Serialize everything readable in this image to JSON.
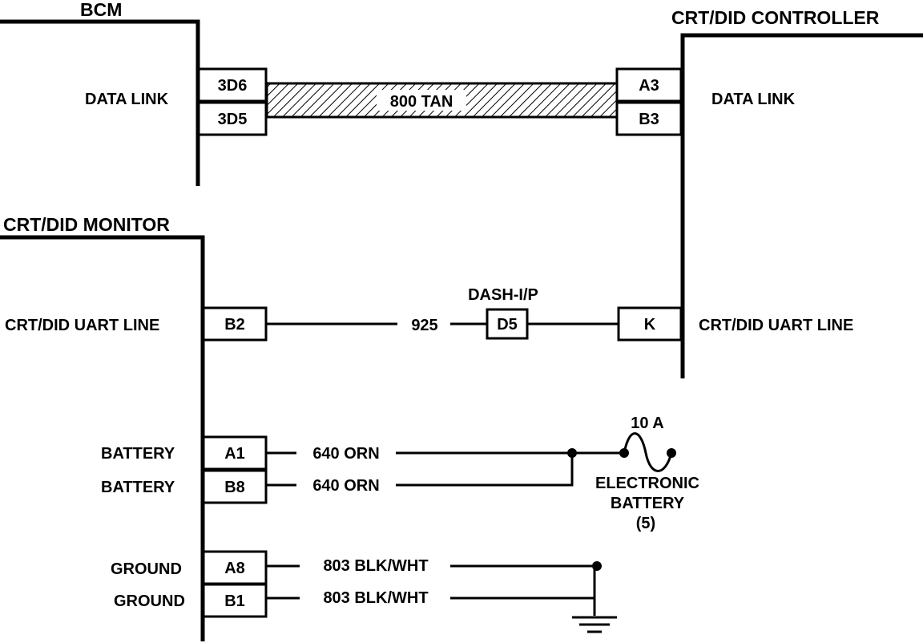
{
  "components": {
    "bcm": {
      "title": "BCM",
      "pins": {
        "data_link_1": "3D6",
        "data_link_2": "3D5"
      },
      "label_data_link": "DATA LINK"
    },
    "controller": {
      "title": "CRT/DID CONTROLLER",
      "pins": {
        "data_link_1": "A3",
        "data_link_2": "B3",
        "uart": "K"
      },
      "label_data_link": "DATA LINK",
      "label_uart": "CRT/DID UART LINE"
    },
    "monitor": {
      "title": "CRT/DID MONITOR",
      "pins": {
        "uart": "B2",
        "battery_1": "A1",
        "battery_2": "B8",
        "ground_1": "A8",
        "ground_2": "B1"
      },
      "label_uart": "CRT/DID UART LINE",
      "label_battery_1": "BATTERY",
      "label_battery_2": "BATTERY",
      "label_ground_1": "GROUND",
      "label_ground_2": "GROUND"
    }
  },
  "wires": {
    "data_link": "800 TAN",
    "uart": "925",
    "battery_1": "640 ORN",
    "battery_2": "640 ORN",
    "ground_1": "803 BLK/WHT",
    "ground_2": "803 BLK/WHT"
  },
  "connector": {
    "name": "DASH-I/P",
    "pin": "D5"
  },
  "fuse": {
    "rating": "10 A",
    "name_line1": "ELECTRONIC",
    "name_line2": "BATTERY",
    "number": "(5)"
  }
}
